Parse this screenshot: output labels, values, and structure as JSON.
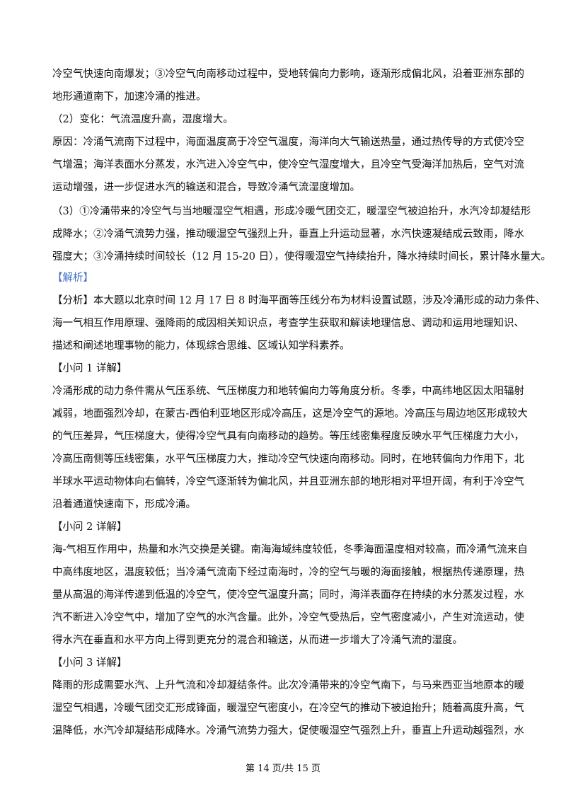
{
  "lines": [
    "冷空气快速向南爆发；③冷空气向南移动过程中，受地转偏向力影响，逐渐形成偏北风，沿着亚洲东部的",
    "地形通道南下，加速冷涌的推进。",
    "（2）变化：气流温度升高，湿度增大。",
    "原因：冷涌气流南下过程中，海面温度高于冷空气温度，海洋向大气输送热量，通过热传导的方式使冷空",
    "气增温；海洋表面水分蒸发，水汽进入冷空气中，使冷空气湿度增大，且冷空气受海洋加热后，空气对流",
    "运动增强，进一步促进水汽的输送和混合，导致冷涌气流湿度增加。",
    "（3）①冷涌带来的冷空气与当地暖湿空气相遇，形成冷暖气团交汇，暖湿空气被迫抬升，水汽冷却凝结形",
    "成降水；②冷涌气流势力强，推动暖湿空气强烈上升，垂直上升运动显著，水汽快速凝结成云致雨，降水",
    "强度大；③冷涌持续时间较长（12 月 15-20 日），使得暖湿空气持续抬升，降水持续时间长，累计降水量大。",
    "【解析】",
    "【分析】本大题以北京时间 12 月 17 日 8 时海平面等压线分布为材料设置试题，涉及冷涌形成的动力条件、",
    "海一气相互作用原理、强降雨的成因相关知识点，考查学生获取和解读地理信息、调动和运用地理知识、",
    "描述和阐述地理事物的能力，体现综合思维、区域认知学科素养。",
    "【小问 1 详解】",
    "冷涌形成的动力条件需从气压系统、气压梯度力和地转偏向力等角度分析。冬季，中高纬地区因太阳辐射",
    "减弱，地面强烈冷却，在蒙古-西伯利亚地区形成冷高压，这是冷空气的源地。冷高压与周边地区形成较大",
    "的气压差异，气压梯度大，使得冷空气具有向南移动的趋势。等压线密集程度反映水平气压梯度力大小，",
    "冷高压南侧等压线密集，水平气压梯度力大，推动冷空气快速向南移动。同时，在地转偏向力作用下，北",
    "半球水平运动物体向右偏转，冷空气逐渐转为偏北风，并且亚洲东部的地形相对平坦开阔，有利于冷空气",
    "沿着通道快速南下，形成冷涌。",
    "【小问 2 详解】",
    "海-气相互作用中，热量和水汽交换是关键。南海海域纬度较低，冬季海面温度相对较高，而冷涌气流来自",
    "中高纬度地区，温度较低；当冷涌气流南下经过南海时，冷的空气与暖的海面接触，根据热传递原理，热",
    "量从高温的海洋传递到低温的冷空气，使冷空气温度升高；同时，海洋表面存在持续的水分蒸发过程，水",
    "汽不断进入冷空气中，增加了空气的水汽含量。此外，冷空气受热后，空气密度减小，产生对流运动，使",
    "得水汽在垂直和水平方向上得到更充分的混合和输送，从而进一步增大了冷涌气流的湿度。",
    "【小问 3 详解】",
    "降雨的形成需要水汽、上升气流和冷却凝结条件。此次冷涌带来的冷空气南下，与马来西亚当地原本的暖",
    "湿空气相遇，冷暖气团交汇形成锋面，暖湿空气密度小，在冷空气的推动下被迫抬升；随着高度升高，气",
    "温降低，水汽冷却凝结形成降水。冷涌气流势力强大，促使暖湿空气强烈上升，垂直上升运动越强烈，水"
  ],
  "footer": "第 14 页/共 15 页"
}
